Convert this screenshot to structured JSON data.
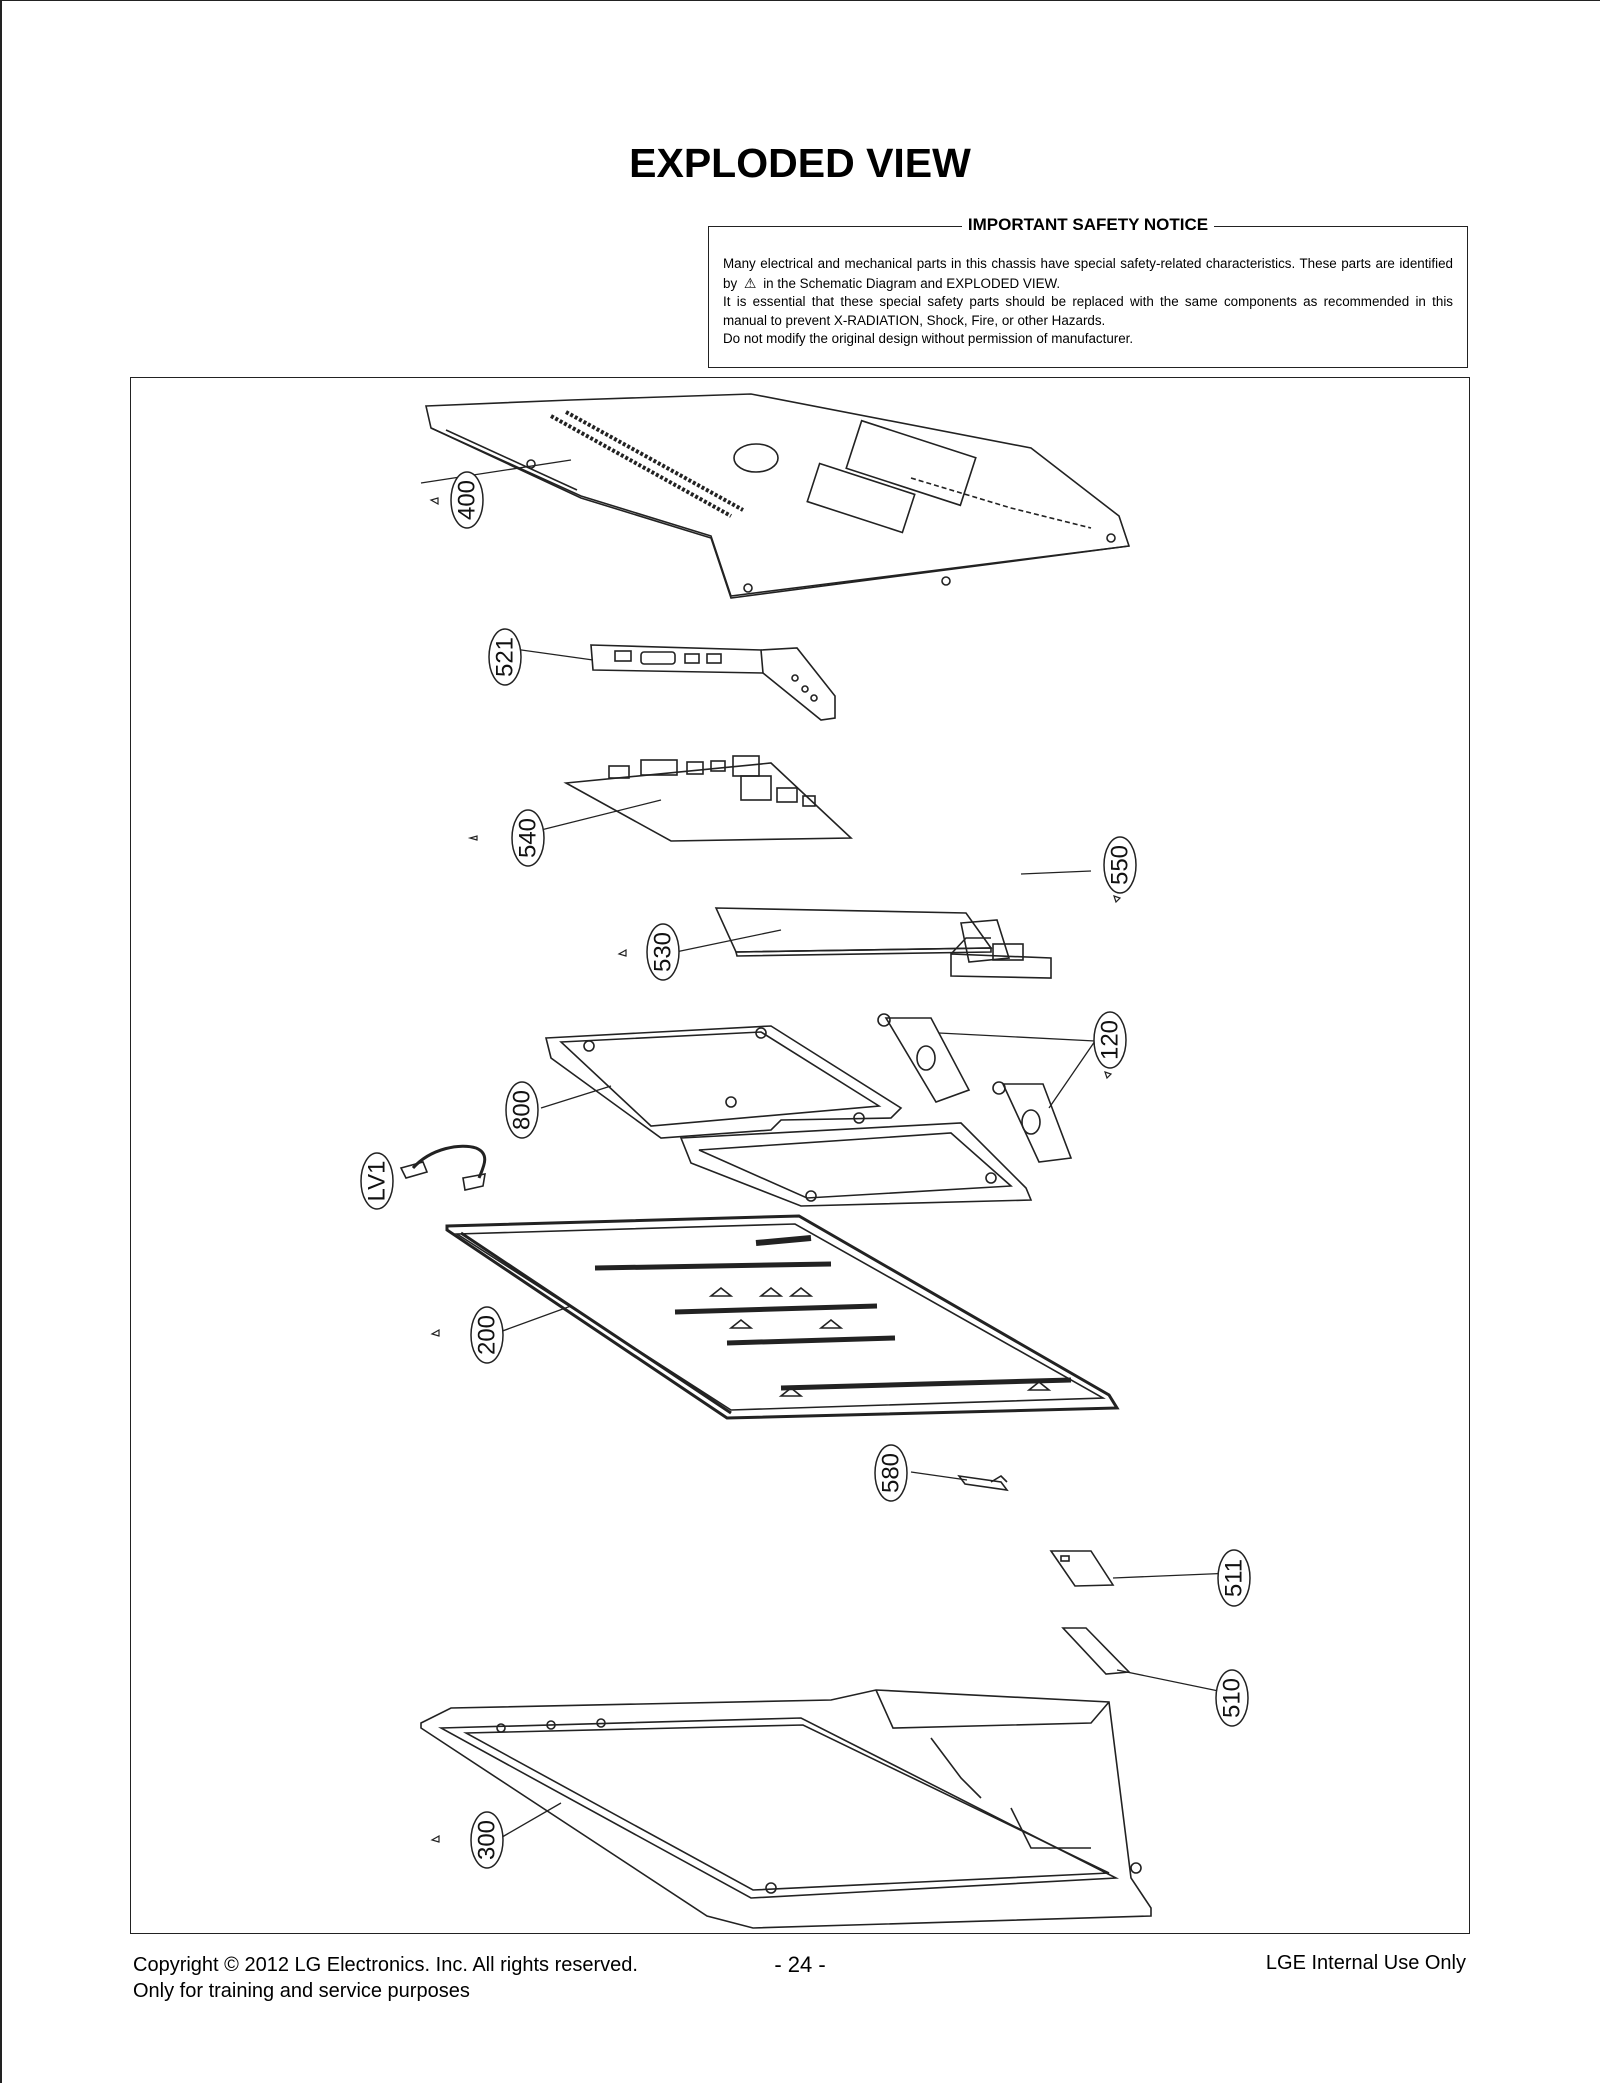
{
  "page": {
    "title": "EXPLODED VIEW"
  },
  "notice": {
    "heading": "IMPORTANT SAFETY NOTICE",
    "line1a": "Many electrical and mechanical parts in this chassis have special safety-related characteristics. These parts are identified by",
    "line1b": "in the Schematic Diagram and EXPLODED VIEW.",
    "line2": "It is essential that these special safety parts should be replaced with the same components as recommended in this manual to prevent X-RADIATION, Shock, Fire, or other Hazards.",
    "line3": "Do not modify the original design without permission of manufacturer."
  },
  "parts": {
    "p400": "400",
    "p521": "521",
    "p540": "540",
    "p550": "550",
    "p530": "530",
    "p120": "120",
    "p800": "800",
    "pLV1": "LV1",
    "p200": "200",
    "p580": "580",
    "p511": "511",
    "p510": "510",
    "p300": "300"
  },
  "footer": {
    "copyright": "Copyright © 2012 LG Electronics. Inc. All rights reserved.",
    "purpose": "Only for training and service purposes",
    "page_number": "- 24 -",
    "internal": "LGE Internal Use Only"
  },
  "icons": {
    "safety_mark": "warning-triangle-icon"
  }
}
